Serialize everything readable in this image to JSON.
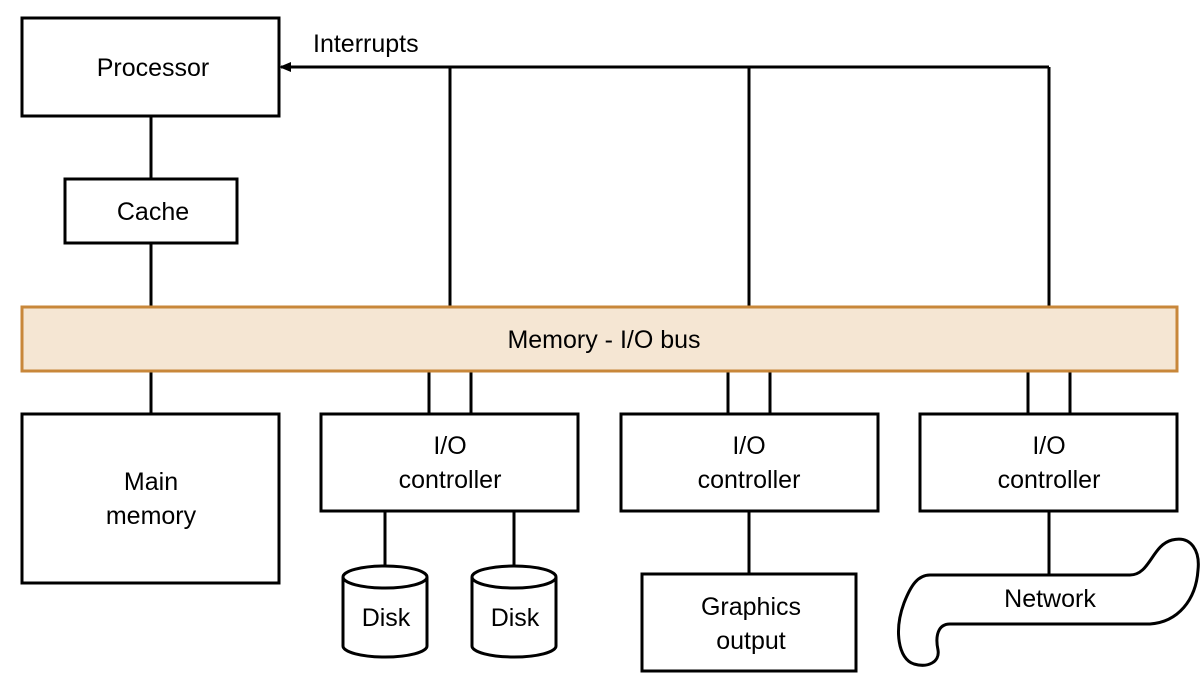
{
  "processor": {
    "label": "Processor"
  },
  "cache": {
    "label": "Cache"
  },
  "interrupts": {
    "label": "Interrupts"
  },
  "bus": {
    "label": "Memory - I/O bus",
    "fill": "#f5e6d3",
    "stroke": "#c8873a"
  },
  "main_memory": {
    "line1": "Main",
    "line2": "memory"
  },
  "controllers": [
    {
      "line1": "I/O",
      "line2": "controller"
    },
    {
      "line1": "I/O",
      "line2": "controller"
    },
    {
      "line1": "I/O",
      "line2": "controller"
    }
  ],
  "disks": [
    {
      "label": "Disk"
    },
    {
      "label": "Disk"
    }
  ],
  "graphics": {
    "line1": "Graphics",
    "line2": "output"
  },
  "network": {
    "label": "Network"
  }
}
